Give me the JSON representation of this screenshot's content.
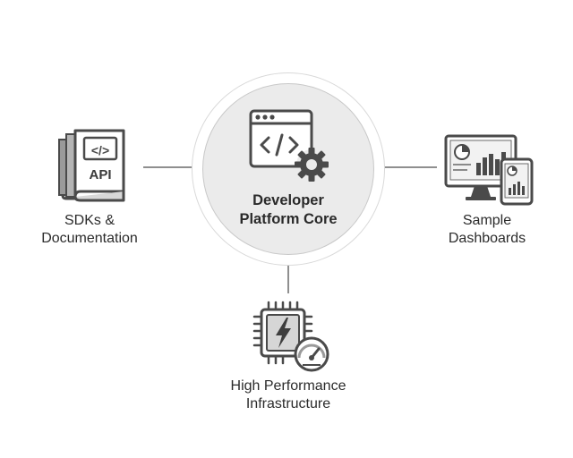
{
  "hub": {
    "label_line1": "Developer",
    "label_line2": "Platform Core",
    "icon": "code-window-gear-icon"
  },
  "nodes": {
    "sdk": {
      "label_line1": "SDKs &",
      "label_line2": "Documentation",
      "icon": "api-books-icon",
      "book_code_text": "</>",
      "book_title_text": "API"
    },
    "dashboards": {
      "label_line1": "Sample",
      "label_line2": "Dashboards",
      "icon": "monitor-tablet-charts-icon"
    },
    "infrastructure": {
      "label_line1": "High Performance",
      "label_line2": "Infrastructure",
      "icon": "chip-lightning-gauge-icon"
    }
  },
  "colors": {
    "stroke": "#4a4a4a",
    "hub_fill": "#ebebeb",
    "connector": "#8f8f8f"
  }
}
